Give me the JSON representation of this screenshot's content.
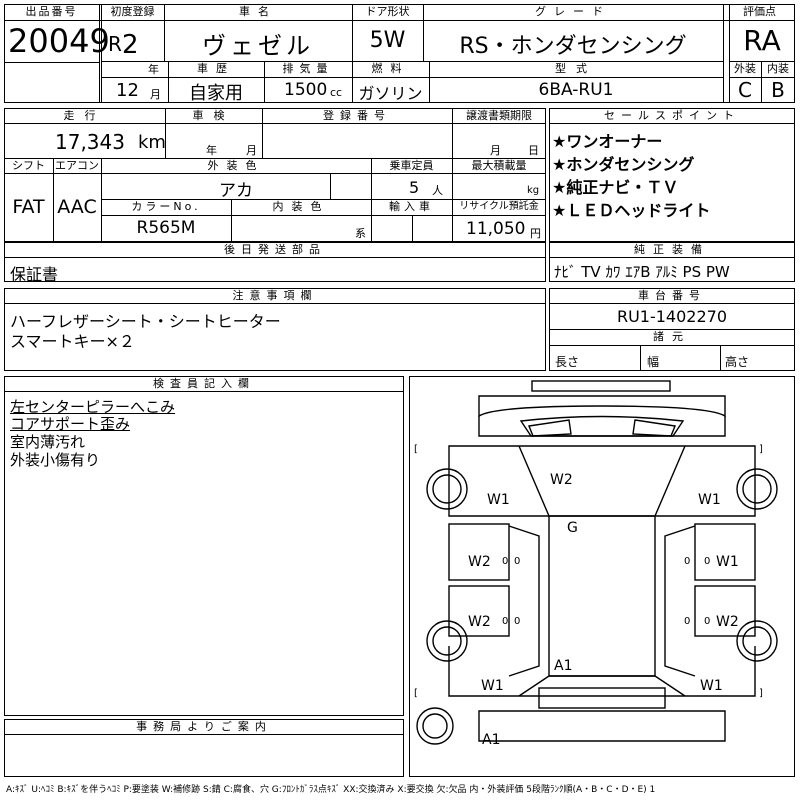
{
  "header": {
    "lot_label": "出品番号",
    "lot_number": "20049",
    "first_reg_label": "初度登録",
    "era": "R",
    "era_year": "2",
    "year_unit": "年",
    "month": "12",
    "month_unit": "月",
    "car_name_label": "車名",
    "car_name": "ヴェゼル",
    "door_label": "ドア形状",
    "door": "5W",
    "grade_label": "グレード",
    "grade": "RS・ホンダセンシング",
    "score_label": "評価点",
    "score": "RA",
    "history_label": "車歴",
    "history": "自家用",
    "displacement_label": "排気量",
    "displacement": "1500",
    "cc_unit": "cc",
    "fuel_label": "燃料",
    "fuel": "ガソリン",
    "model_label": "型式",
    "model": "6BA-RU1",
    "exterior_label": "外装",
    "exterior": "C",
    "interior_label": "内装",
    "interior": "B"
  },
  "spec": {
    "mileage_label": "走行",
    "mileage": "17,343",
    "km_unit": "km",
    "inspection_label": "車検",
    "year_unit": "年",
    "month_unit": "月",
    "reg_no_label": "登録番号",
    "transfer_label": "譲渡書類期限",
    "transfer_month": "月",
    "transfer_day": "日",
    "shift_label": "シフト",
    "shift": "FAT",
    "ac_label": "エアコン",
    "ac": "AAC",
    "ext_color_label": "外装色",
    "ext_color": "アカ",
    "capacity_label": "乗車定員",
    "capacity": "5",
    "capacity_unit": "人",
    "max_load_label": "最大積載量",
    "kg_unit": "kg",
    "color_no_label": "カラーNo.",
    "color_no": "R565M",
    "int_color_label": "内装色",
    "int_color_suffix": "系",
    "import_label": "輸入車",
    "recycle_label": "リサイクル預託金",
    "recycle": "11,050",
    "yen_unit": "円"
  },
  "sales_points": {
    "label": "セールスポイント",
    "items": [
      "★ワンオーナー",
      "★ホンダセンシング",
      "★純正ナビ・ＴＶ",
      "★ＬＥＤヘッドライト"
    ]
  },
  "later_parts": {
    "label": "後日発送部品",
    "value": "保証書"
  },
  "genuine_equipment": {
    "label": "純正装備",
    "value": "ﾅﾋﾞ TV ｶﾜ ｴｱB ｱﾙﾐ PS PW"
  },
  "notes": {
    "label": "注意事項欄",
    "lines": [
      "ハーフレザーシート・シートヒーター",
      "スマートキー×２"
    ]
  },
  "chassis": {
    "label": "車台番号",
    "value": "RU1-1402270"
  },
  "dimensions": {
    "label": "諸元",
    "length": "長さ",
    "width": "幅",
    "height": "高さ"
  },
  "inspector": {
    "label": "検査員記入欄",
    "lines": [
      "左センターピラーへこみ",
      "コアサポート歪み",
      "室内薄汚れ",
      "外装小傷有り"
    ]
  },
  "office": {
    "label": "事務局よりご案内"
  },
  "diagram": {
    "marks": {
      "hood": "W2",
      "fl_fender": "W1",
      "fr_fender": "W1",
      "roof": "G",
      "lf_door": "W2",
      "rf_door": "W1",
      "lr_door": "W2",
      "rr_door": "W2",
      "trunk": "A1",
      "lr_fender": "W1",
      "rr_fender": "W1",
      "spare": "A1",
      "z": "0"
    },
    "bracket_open": "[",
    "bracket_close": "]"
  },
  "legend": "A:ｷｽﾞ U:ﾍｺﾐ B:ｷｽﾞを伴うﾍｺﾐ P:要塗装 W:補修跡 S:錆 C:腐食、穴 G:ﾌﾛﾝﾄｶﾞﾗｽ点ｷｽﾞ XX:交換済み X:要交換 欠:欠品 内・外装評価 5段階ﾗﾝｸ順(A・B・C・D・E) 1"
}
